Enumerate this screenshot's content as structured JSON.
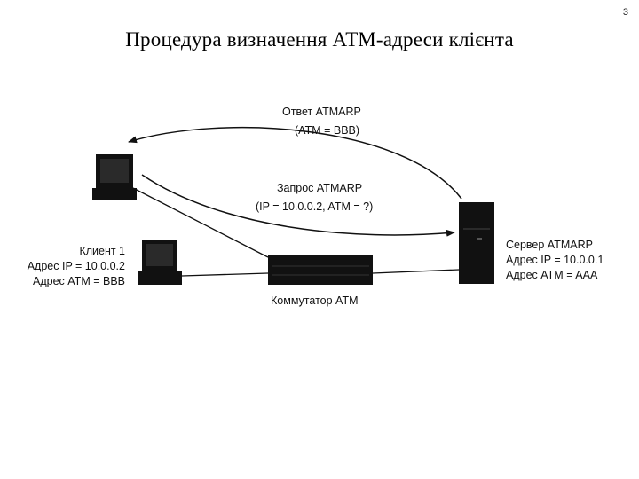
{
  "page_number": "3",
  "title": "Процедура визначення АТМ-адреси клієнта",
  "diagram": {
    "reply": {
      "line1": "Ответ ATMARP",
      "line2": "(ATM = BBB)"
    },
    "request": {
      "line1": "Запрос ATMARP",
      "line2": "(IP = 10.0.0.2, ATM = ?)"
    },
    "client": {
      "line1": "Клиент 1",
      "line2": "Адрес IP = 10.0.0.2",
      "line3": "Адрес ATM = BBB"
    },
    "server": {
      "line1": "Сервер ATMARP",
      "line2": "Адрес IP = 10.0.0.1",
      "line3": "Адрес ATM = AAA"
    },
    "switch": {
      "label": "Коммутатор ATM"
    }
  }
}
